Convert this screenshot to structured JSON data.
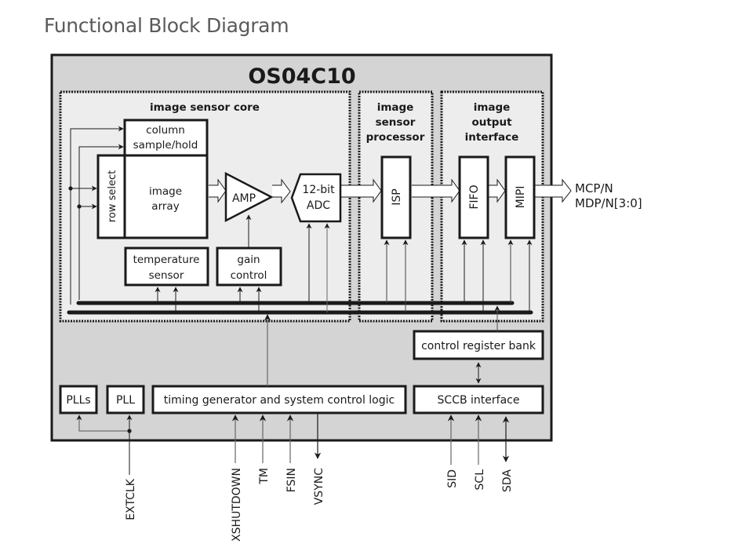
{
  "page": {
    "title": "Functional Block Diagram"
  },
  "chip": {
    "name": "OS04C10"
  },
  "regions": {
    "core": {
      "label": "image sensor core"
    },
    "isp_region": {
      "label_lines": [
        "image",
        "sensor",
        "processor"
      ]
    },
    "output_region": {
      "label_lines": [
        "image",
        "output",
        "interface"
      ]
    }
  },
  "blocks": {
    "column_sample_hold": {
      "lines": [
        "column",
        "sample/hold"
      ]
    },
    "row_select": {
      "label": "row select"
    },
    "image_array": {
      "lines": [
        "image",
        "array"
      ]
    },
    "amp": {
      "label": "AMP"
    },
    "adc": {
      "lines": [
        "12-bit",
        "ADC"
      ]
    },
    "temperature_sensor": {
      "lines": [
        "temperature",
        "sensor"
      ]
    },
    "gain_control": {
      "lines": [
        "gain",
        "control"
      ]
    },
    "isp": {
      "label": "ISP"
    },
    "fifo": {
      "label": "FIFO"
    },
    "mipi": {
      "label": "MIPI"
    },
    "control_register_bank": {
      "label": "control register bank"
    },
    "plls": {
      "label": "PLLs"
    },
    "pll": {
      "label": "PLL"
    },
    "timing_generator": {
      "label": "timing generator and system control logic"
    },
    "sccb_interface": {
      "label": "SCCB interface"
    }
  },
  "outputs": {
    "mipi_lines": [
      "MCP/N",
      "MDP/N[3:0]"
    ]
  },
  "pins": {
    "extclk": "EXTCLK",
    "xshutdown": "XSHUTDOWN",
    "tm": "TM",
    "fsin": "FSIN",
    "vsync": "VSYNC",
    "sid": "SID",
    "scl": "SCL",
    "sda": "SDA"
  },
  "colors": {
    "chip_fill": "#d4d4d4",
    "region_fill": "#ededed",
    "block_fill": "#ffffff",
    "stroke": "#1a1a1a",
    "title": "#5a5a5a"
  }
}
